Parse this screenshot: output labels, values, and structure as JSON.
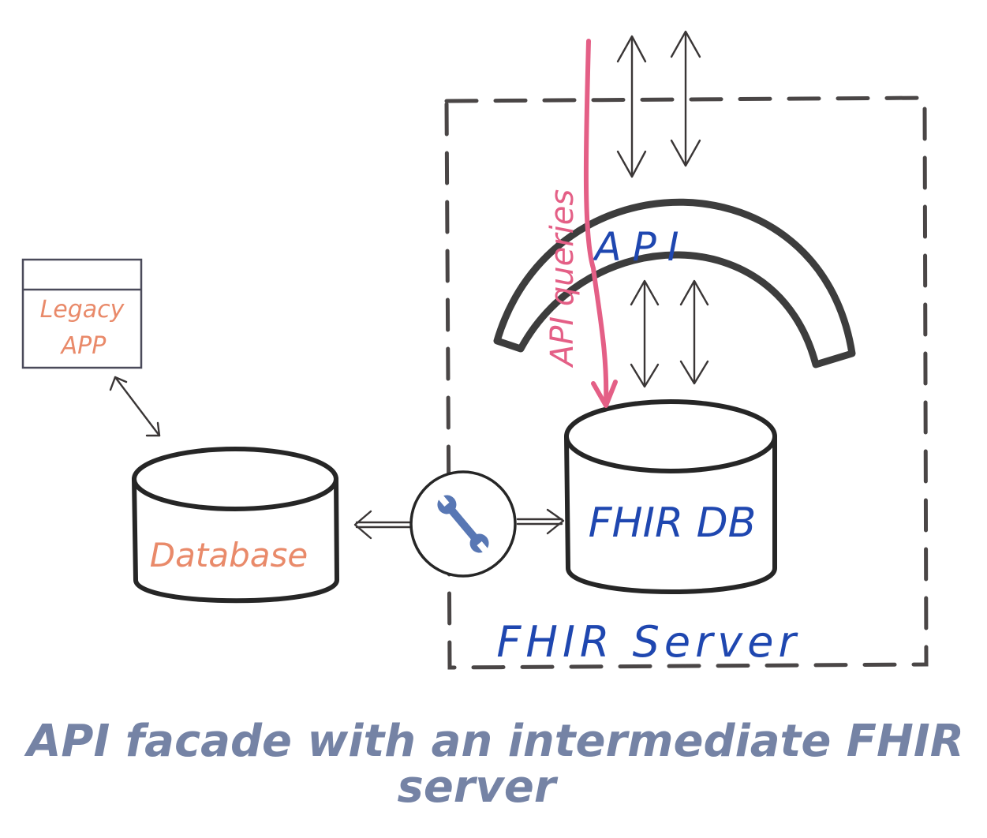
{
  "diagram": {
    "legacy_app": {
      "label_line1": "Legacy",
      "label_line2": "APP"
    },
    "database": {
      "label": "Database"
    },
    "fhir_db": {
      "label": "FHIR DB"
    },
    "api": {
      "label": "API"
    },
    "api_queries": {
      "label": "API queries"
    },
    "fhir_server": {
      "label": "FHIR Server"
    },
    "caption": {
      "line1": "API facade with an intermediate FHIR",
      "line2": "server"
    },
    "icons": {
      "converter": "wrench-icon"
    },
    "colors": {
      "stroke": "#262626",
      "blue_text": "#1f47b0",
      "orange_text": "#e98a6a",
      "pink_arrow": "#e45f86",
      "caption_text": "#7583a5",
      "wrench": "#5877b4"
    }
  }
}
